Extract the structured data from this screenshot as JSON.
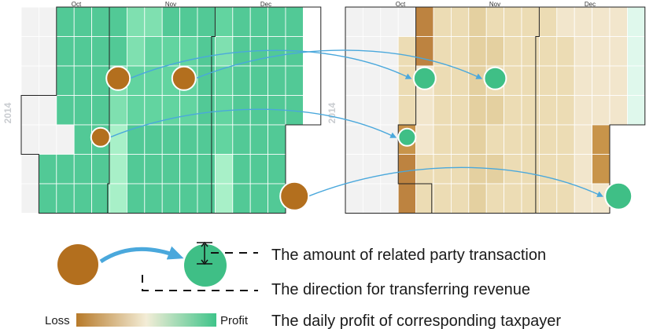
{
  "left_calendar": {
    "year": "2014",
    "months": [
      "Oct",
      "Nov",
      "Dec"
    ],
    "cells": [
      [
        "a",
        "a",
        "g4",
        "g4",
        "g4",
        "g4",
        "g2",
        "g2",
        "g4",
        "g4",
        "g4",
        "g3",
        "g4",
        "g4",
        "g4",
        "g4",
        "x"
      ],
      [
        "a",
        "a",
        "g4",
        "g4",
        "g4",
        "g4",
        "g2",
        "g3",
        "g3",
        "g3",
        "g4",
        "g2",
        "g4",
        "g4",
        "g4",
        "g4",
        "x"
      ],
      [
        "a",
        "a",
        "g4",
        "g4",
        "g4",
        "g2",
        "g3",
        "g3",
        "g3",
        "g3",
        "g4",
        "g3",
        "g4",
        "g4",
        "g4",
        "g4",
        "x"
      ],
      [
        "a",
        "a",
        "g4",
        "g4",
        "g4",
        "g2",
        "g3",
        "g3",
        "g3",
        "g3",
        "g4",
        "g3",
        "g4",
        "g4",
        "g4",
        "g4",
        "x"
      ],
      [
        "a",
        "a",
        "a",
        "g4",
        "g4",
        "g1",
        "g4",
        "g4",
        "g4",
        "g4",
        "g4",
        "g3",
        "g4",
        "g4",
        "g4",
        "x",
        "x"
      ],
      [
        "a",
        "g4",
        "g4",
        "g4",
        "g4",
        "g1",
        "g4",
        "g4",
        "g4",
        "g4",
        "g4",
        "g1",
        "g4",
        "g4",
        "g4",
        "x",
        "x"
      ],
      [
        "a",
        "g4",
        "g4",
        "g4",
        "g4",
        "g1",
        "g4",
        "g4",
        "g4",
        "g4",
        "g4",
        "g1",
        "g4",
        "g4",
        "g4",
        "x",
        "x"
      ]
    ]
  },
  "right_calendar": {
    "year": "2014",
    "months": [
      "Oct",
      "Nov",
      "Dec"
    ],
    "cells": [
      [
        "a",
        "a",
        "a",
        "a",
        "b4",
        "t2",
        "t2",
        "t3",
        "t2",
        "t2",
        "t2",
        "t2",
        "t1",
        "t1",
        "t1",
        "t1",
        "m"
      ],
      [
        "a",
        "a",
        "a",
        "t2",
        "b4",
        "t2",
        "t2",
        "t3",
        "t3",
        "t2",
        "t2",
        "t2",
        "t2",
        "t1",
        "t1",
        "t1",
        "m"
      ],
      [
        "a",
        "a",
        "a",
        "t2",
        "t1",
        "t2",
        "t2",
        "t3",
        "t2",
        "t2",
        "t2",
        "t2",
        "t2",
        "t1",
        "t1",
        "t1",
        "m"
      ],
      [
        "a",
        "a",
        "a",
        "t2",
        "t1",
        "t2",
        "t2",
        "t3",
        "t3",
        "t2",
        "t2",
        "t2",
        "t2",
        "t1",
        "t1",
        "t1",
        "m"
      ],
      [
        "a",
        "a",
        "a",
        "b3",
        "t1",
        "t2",
        "t2",
        "t3",
        "t2",
        "t2",
        "t2",
        "t2",
        "t2",
        "t1",
        "b3",
        "x",
        "x"
      ],
      [
        "a",
        "a",
        "a",
        "b4",
        "t2",
        "t2",
        "t2",
        "t3",
        "t3",
        "t2",
        "t2",
        "t2",
        "t2",
        "t1",
        "b3",
        "x",
        "x"
      ],
      [
        "a",
        "a",
        "a",
        "b4",
        "t2",
        "t2",
        "t2",
        "t3",
        "t2",
        "t2",
        "t2",
        "t2",
        "t2",
        "t1",
        "t1",
        "x",
        "x"
      ]
    ]
  },
  "transfers": [
    {
      "from_col": 5,
      "from_row": 2,
      "to_col": 4,
      "to_row": 2,
      "amount": 3
    },
    {
      "from_col": 9,
      "from_row": 2,
      "to_col": 8,
      "to_row": 2,
      "amount": 3
    },
    {
      "from_col": 4,
      "from_row": 4,
      "to_col": 3,
      "to_row": 4,
      "amount": 2
    },
    {
      "from_col": 15,
      "from_row": 6,
      "to_col": 15,
      "to_row": 6,
      "amount": 4
    }
  ],
  "colors": {
    "empty": "#f2f2f2",
    "grid_line": "#ffffff",
    "border": "#222222",
    "g1": "#a8f0c8",
    "g2": "#7fe0b0",
    "g3": "#62d4a0",
    "g4": "#52c996",
    "t1": "#f2e6cc",
    "t2": "#ecdcb4",
    "t3": "#e4d0a0",
    "b3": "#c8944a",
    "b4": "#bd8340",
    "m": "#dff8ec",
    "loss_circle": "#b36f1e",
    "profit_circle": "#3fbf86",
    "arrow": "#4aa8dc",
    "scale_loss": "#b77a2a",
    "scale_mid": "#f3edd7",
    "scale_profit": "#3fc48a"
  },
  "legend": {
    "amount_text": "The amount of related party transaction",
    "direction_text": "The direction for transferring revenue",
    "profit_text": "The daily profit of corresponding taxpayer",
    "loss_label": "Loss",
    "profit_label": "Profit"
  }
}
